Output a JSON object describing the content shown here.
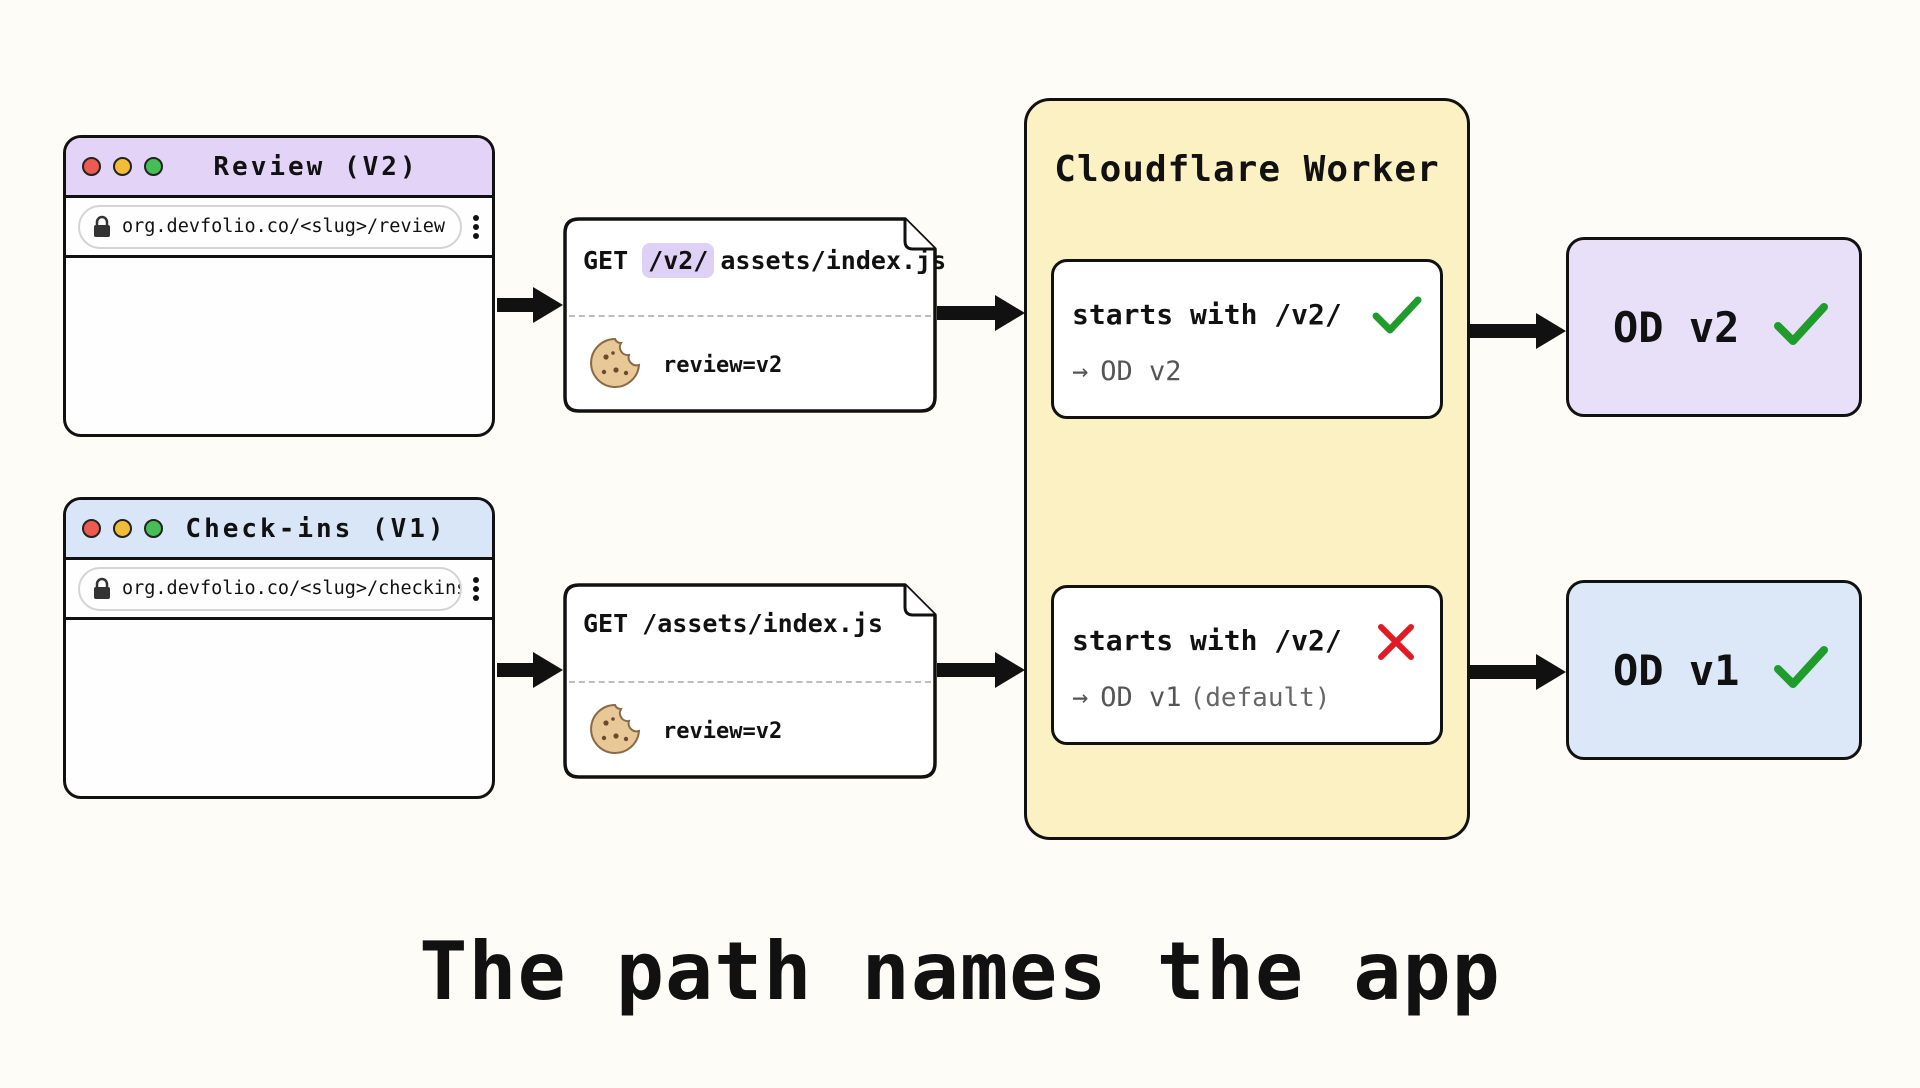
{
  "browsers": [
    {
      "title": "Review (V2)",
      "url": "org.devfolio.co/<slug>/review",
      "color": "#e3d3f6"
    },
    {
      "title": "Check-ins (V1)",
      "url": "org.devfolio.co/<slug>/checkins",
      "color": "#d9e6f8"
    }
  ],
  "requests": [
    {
      "method": "GET",
      "prefix": "/v2/",
      "path": "assets/index.js",
      "cookie": "review=v2"
    },
    {
      "method": "GET",
      "path": "/assets/index.js",
      "cookie": "review=v2"
    }
  ],
  "worker": {
    "title": "Cloudflare Worker",
    "rules": [
      {
        "condition": "starts with /v2/",
        "outcome": "match",
        "arrow": "→",
        "result": "OD v2",
        "note": ""
      },
      {
        "condition": "starts with /v2/",
        "outcome": "no-match",
        "arrow": "→",
        "result": "OD v1",
        "note": "(default)"
      }
    ]
  },
  "targets": [
    {
      "label": "OD v2",
      "color": "#e8e0f8"
    },
    {
      "label": "OD v1",
      "color": "#dce8f8"
    }
  ],
  "caption": "The path names the app",
  "icons": {
    "lock": "lock-icon",
    "menu": "kebab-menu-icon",
    "cookie": "cookie-icon",
    "match": "check-icon",
    "no_match": "cross-icon"
  },
  "colors": {
    "check": "#1f9c2c",
    "cross": "#e01b24",
    "worker_bg": "#fcf1c3",
    "highlight": "#dfd0f5"
  }
}
